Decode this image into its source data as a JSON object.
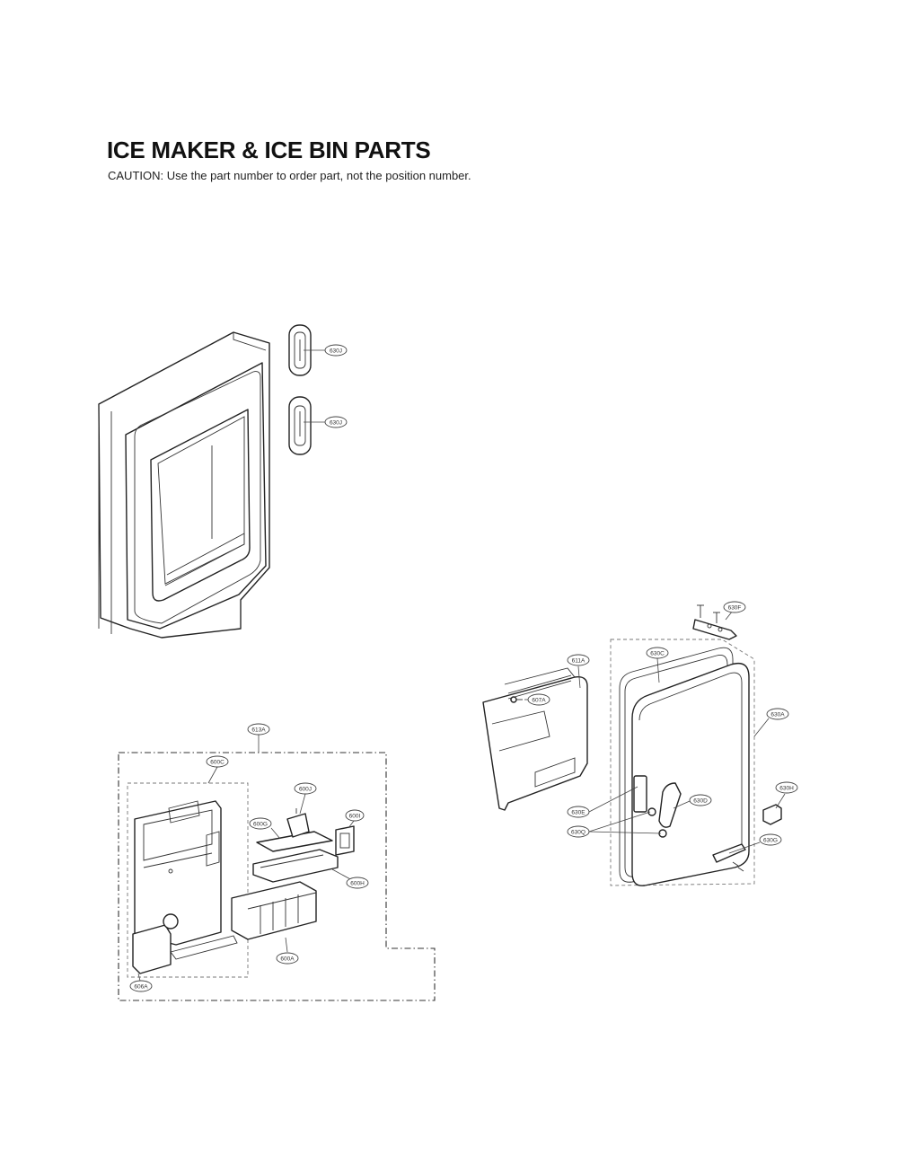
{
  "header": {
    "title": "ICE MAKER & ICE BIN PARTS",
    "caution": "CAUTION: Use the part number to order part, not the position number."
  },
  "callouts": {
    "c630J_top": "630J",
    "c630J_bottom": "630J",
    "c630F": "630F",
    "c630C": "630C",
    "c611A": "611A",
    "c607A": "607A",
    "c630A": "630A",
    "c630H": "630H",
    "c630D": "630D",
    "c630E": "630E",
    "c630Q": "630Q",
    "c630G": "630G",
    "c613A": "613A",
    "c600C": "600C",
    "c600J": "600J",
    "c600G": "600G",
    "c600I": "600I",
    "c600H": "600H",
    "c600A": "600A",
    "c606A": "606A"
  }
}
